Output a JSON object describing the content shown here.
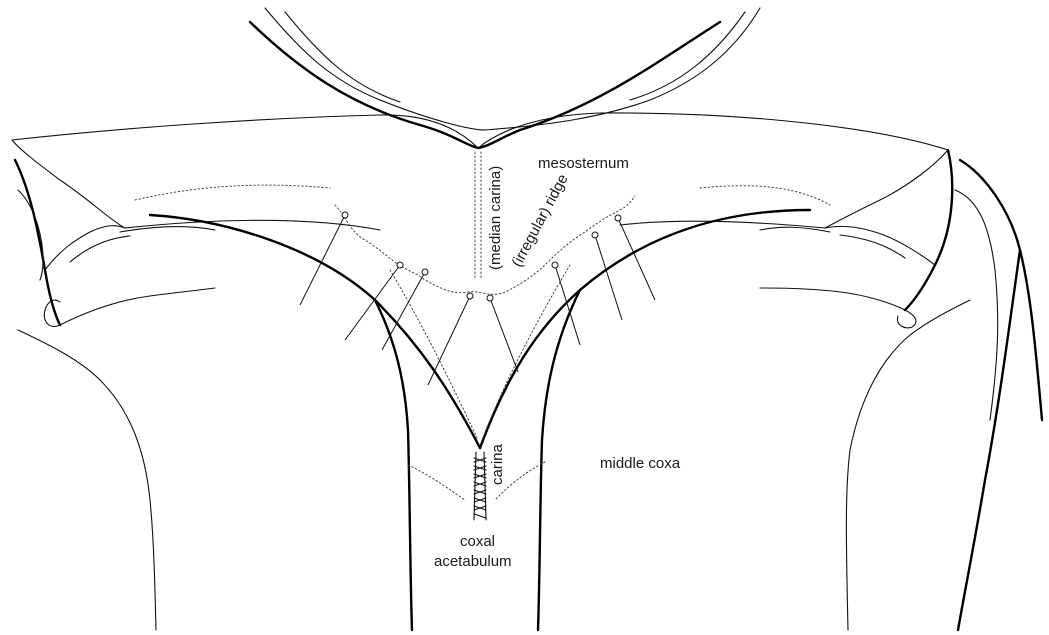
{
  "labels": {
    "mesosternum": "mesosternum",
    "median_carina": "(median carina)",
    "irregular_ridge": "(irregular) ridge",
    "carina": "carina",
    "middle_coxa": "middle coxa",
    "coxal": "coxal",
    "acetabulum": "acetabulum"
  }
}
